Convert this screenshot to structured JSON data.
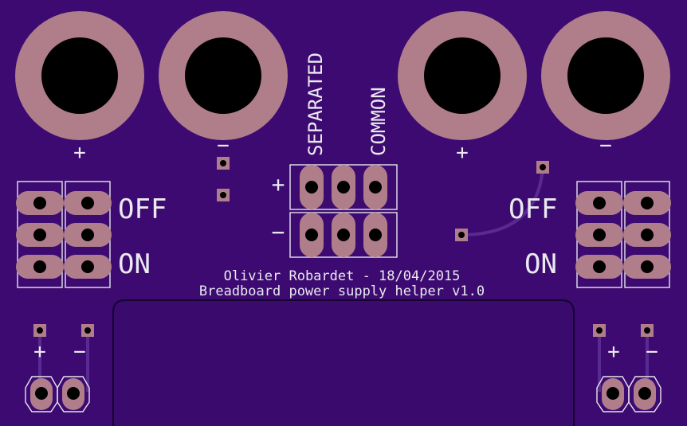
{
  "board": {
    "colors": {
      "substrate": "#3d0a72",
      "copper": "#b07e8a",
      "silkscreen": "#e6e6ea",
      "trace": "#5a2a93",
      "drill": "#000000"
    }
  },
  "labels": {
    "plus_left_1": "+",
    "minus_left_2": "−",
    "plus_right_1": "+",
    "minus_right_2": "−",
    "separated": "SEPARATED",
    "common": "COMMON",
    "middle_plus": "+",
    "middle_minus": "−",
    "off_left": "OFF",
    "on_left": "ON",
    "off_right": "OFF",
    "on_right": "ON",
    "author_line": "Olivier Robardet - 18/04/2015",
    "title_line": "Breadboard power supply helper v1.0",
    "bottom_left_plus": "+",
    "bottom_left_minus": "−",
    "bottom_right_plus": "+",
    "bottom_right_minus": "−"
  }
}
